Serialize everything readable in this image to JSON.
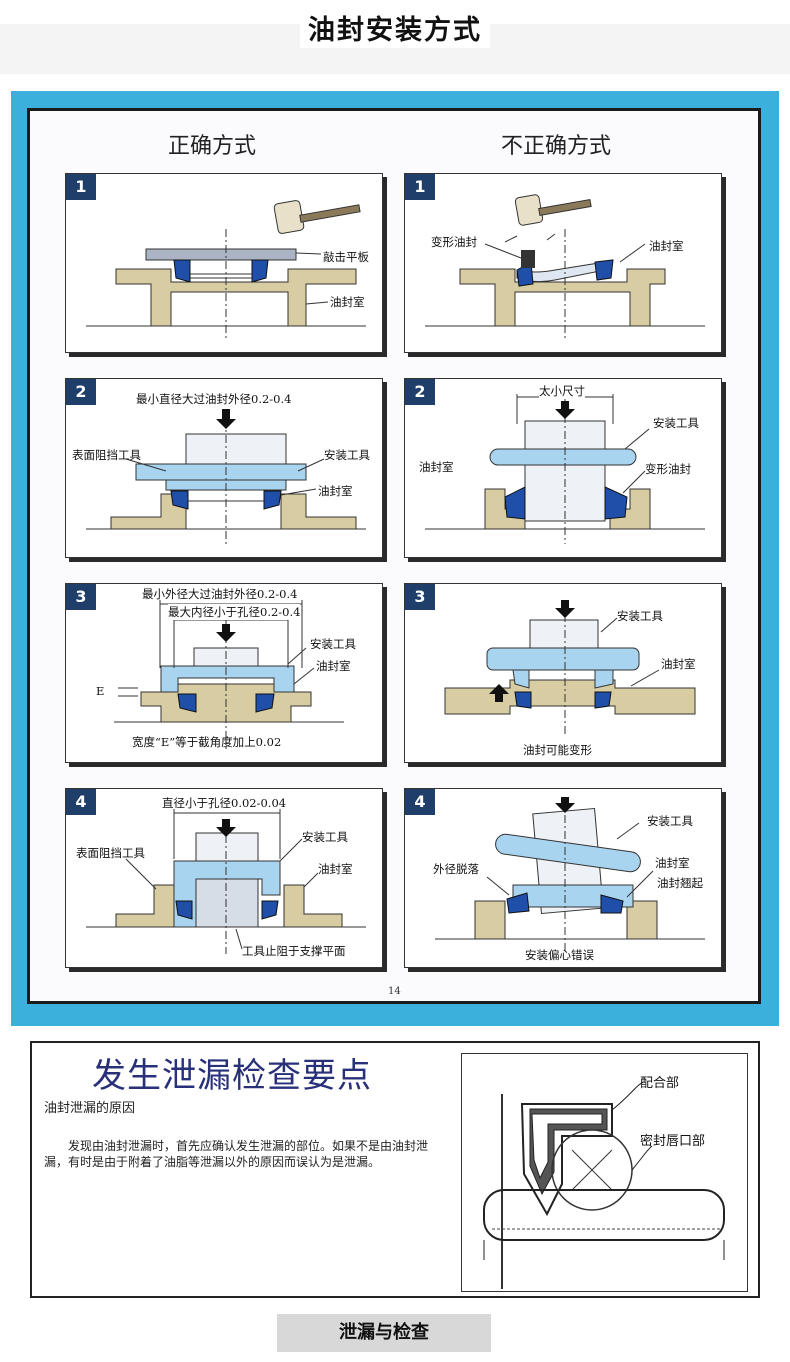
{
  "page_title": "油封安装方式",
  "correct_heading": "正确方式",
  "incorrect_heading": "不正确方式",
  "page_number": "14",
  "colors": {
    "frame_blue": "#3cb0dc",
    "seal_blue": "#1f4fa8",
    "tool_blue": "#a9d4ef",
    "housing_tan": "#d8cca3",
    "badge_navy": "#1f3f6a"
  },
  "panels": {
    "c1": {
      "num": "1",
      "labels": [
        "敲击平板",
        "油封室"
      ]
    },
    "c2": {
      "num": "2",
      "labels": [
        "最小直径大过油封外径0.2-0.4",
        "表面阻挡工具",
        "安装工具",
        "油封室"
      ]
    },
    "c3": {
      "num": "3",
      "labels": [
        "最小外径大过油封外径0.2-0.4",
        "最大内径小于孔径0.2-0.4",
        "安装工具",
        "油封室",
        "E",
        "宽度“E”等于截角度加上0.02"
      ]
    },
    "c4": {
      "num": "4",
      "labels": [
        "直径小于孔径0.02-0.04",
        "安装工具",
        "表面阻挡工具",
        "油封室",
        "工具止阻于支撑平面"
      ]
    },
    "w1": {
      "num": "1",
      "labels": [
        "变形油封",
        "油封室"
      ]
    },
    "w2": {
      "num": "2",
      "labels": [
        "太小尺寸",
        "安装工具",
        "油封室",
        "变形油封"
      ]
    },
    "w3": {
      "num": "3",
      "labels": [
        "安装工具",
        "油封室",
        "油封可能变形"
      ]
    },
    "w4": {
      "num": "4",
      "labels": [
        "安装工具",
        "油封室",
        "外径脱落",
        "油封翘起",
        "安装偏心错误"
      ]
    }
  },
  "leak": {
    "title": "发生泄漏检查要点",
    "subtitle": "油封泄漏的原因",
    "body": "发现由油封泄漏时，首先应确认发生泄漏的部位。如果不是由油封泄漏，有时是由于附着了油脂等泄漏以外的原因而误认为是泄漏。",
    "fig_labels": [
      "配合部",
      "密封唇口部"
    ]
  },
  "footer_title": "泄漏与检查"
}
